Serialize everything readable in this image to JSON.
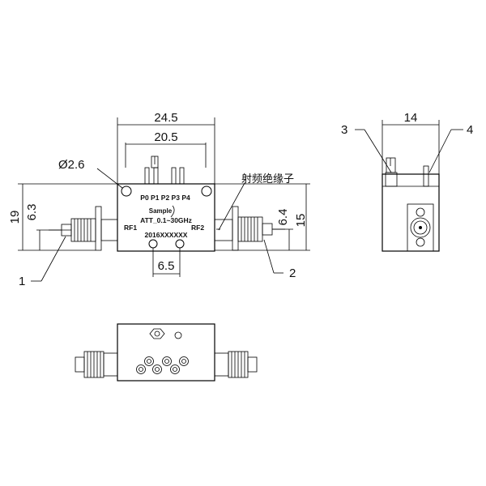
{
  "front_view": {
    "dimensions": {
      "overall_width": "24.5",
      "pin_span": "20.5",
      "hole_diameter": "Ø2.6",
      "overall_height": "19",
      "rf1_height": "6.3",
      "rf2_height": "6.4",
      "body_height": "15",
      "bottom_hole_spacing": "6.5"
    },
    "pin_labels": "P0 P1 P2 P3 P4",
    "brand": "Sample",
    "model": "ATT_0.1~30GHz",
    "port_rf1": "RF1",
    "port_rf2": "RF2",
    "serial": "2016XXXXXX",
    "insulator_note": "射频绝缘子"
  },
  "callouts": {
    "c1": "1",
    "c2": "2",
    "c3": "3",
    "c4": "4"
  },
  "side_view": {
    "dimensions": {
      "width": "14"
    }
  }
}
